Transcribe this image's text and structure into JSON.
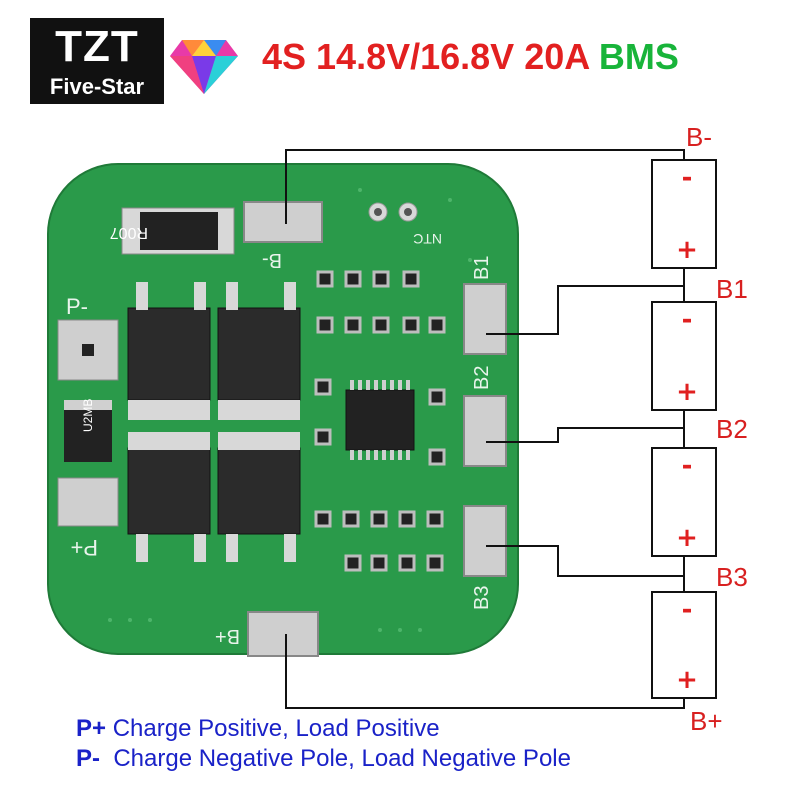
{
  "logo": {
    "line1": "TZT",
    "line2": "Five-Star",
    "icon": "diamond-icon"
  },
  "title": {
    "part_red": "4S 14.8V/16.8V 20A ",
    "part_green": "BMS"
  },
  "colors": {
    "red": "#e22020",
    "green": "#18b43a",
    "blue": "#1a22c8",
    "pcb": "#2a9a4a"
  },
  "nodes": {
    "b_minus": "B-",
    "b1": "B1",
    "b2": "B2",
    "b3": "B3",
    "b_plus": "B+"
  },
  "cell_signs": {
    "neg": "-",
    "pos": "+"
  },
  "pcb_labels": {
    "b_minus": "B-",
    "b1": "B1",
    "b2": "B2",
    "b3": "B3",
    "b_plus": "B+",
    "p_minus": "P-",
    "p_plus": "P+",
    "ntc": "NTC",
    "r007": "R007",
    "u2mb": "U2MB"
  },
  "legend": [
    {
      "key": "P+",
      "text": " Charge Positive, Load Positive"
    },
    {
      "key": "P-",
      "text": "  Charge Negative Pole, Load Negative Pole"
    }
  ]
}
